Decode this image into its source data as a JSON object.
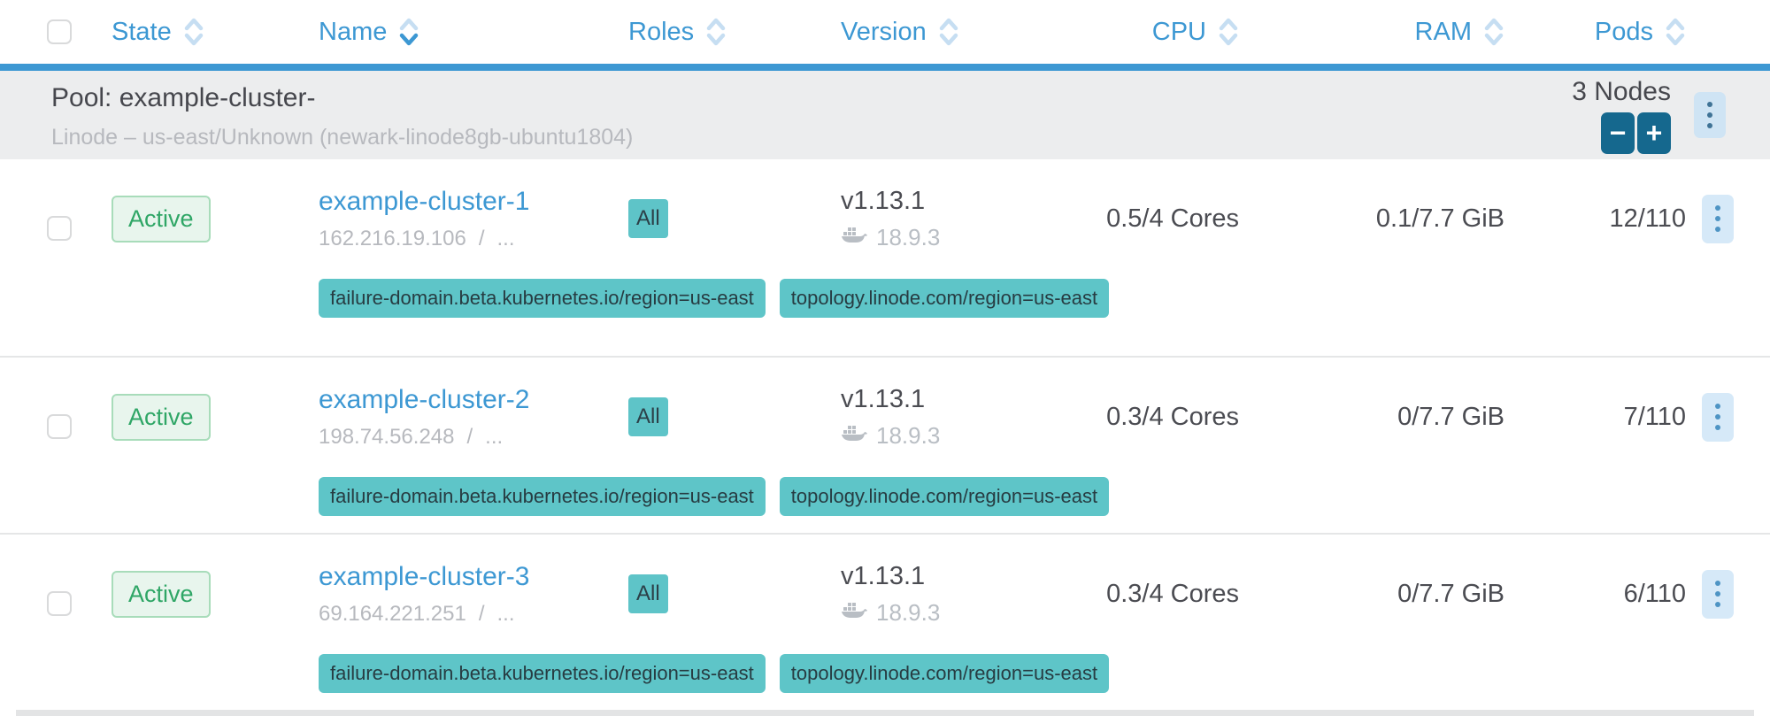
{
  "header": {
    "columns": [
      {
        "label": "State",
        "sort": "none"
      },
      {
        "label": "Name",
        "sort": "desc"
      },
      {
        "label": "Roles",
        "sort": "none"
      },
      {
        "label": "Version",
        "sort": "none"
      },
      {
        "label": "CPU",
        "sort": "none"
      },
      {
        "label": "RAM",
        "sort": "none"
      },
      {
        "label": "Pods",
        "sort": "none"
      }
    ]
  },
  "pool": {
    "title": "Pool: example-cluster-",
    "subtitle": "Linode – us-east/Unknown (newark-linode8gb-ubuntu1804)",
    "node_count": "3 Nodes",
    "scale_down_label": "−",
    "scale_up_label": "+"
  },
  "misc": {
    "ip_separator": "/",
    "ellipsis": "...",
    "docker_icon": "docker-whale-icon",
    "kebab_icon": "vertical-ellipsis-icon"
  },
  "rows": [
    {
      "state": "Active",
      "name": "example-cluster-1",
      "ip": "162.216.19.106",
      "roles": "All",
      "version": "v1.13.1",
      "docker_version": "18.9.3",
      "cpu": "0.5/4 Cores",
      "ram": "0.1/7.7 GiB",
      "pods": "12/110",
      "labels": [
        "failure-domain.beta.kubernetes.io/region=us-east",
        "topology.linode.com/region=us-east"
      ]
    },
    {
      "state": "Active",
      "name": "example-cluster-2",
      "ip": "198.74.56.248",
      "roles": "All",
      "version": "v1.13.1",
      "docker_version": "18.9.3",
      "cpu": "0.3/4 Cores",
      "ram": "0/7.7 GiB",
      "pods": "7/110",
      "labels": [
        "failure-domain.beta.kubernetes.io/region=us-east",
        "topology.linode.com/region=us-east"
      ]
    },
    {
      "state": "Active",
      "name": "example-cluster-3",
      "ip": "69.164.221.251",
      "roles": "All",
      "version": "v1.13.1",
      "docker_version": "18.9.3",
      "cpu": "0.3/4 Cores",
      "ram": "0/7.7 GiB",
      "pods": "6/110",
      "labels": [
        "failure-domain.beta.kubernetes.io/region=us-east",
        "topology.linode.com/region=us-east"
      ]
    }
  ],
  "colors": {
    "primary_blue": "#3d98d3",
    "sort_arrow_inactive": "#c6def2",
    "teal_badge": "#5ec4c8",
    "active_green_text": "#2fa666",
    "active_green_bg": "#e8f5ed",
    "scale_button_blue": "#15688e",
    "kebab_bg_light_blue": "#cfe4f4",
    "pool_row_bg": "#ecedee",
    "text_dark": "#4b4c52",
    "text_gray": "#b7b9be"
  }
}
